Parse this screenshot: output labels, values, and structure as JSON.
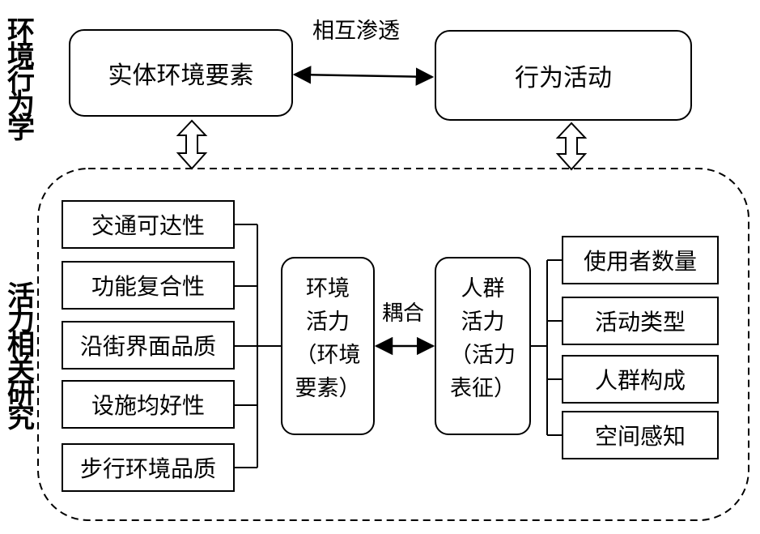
{
  "side_labels": {
    "top": [
      "环",
      "境",
      "行",
      "为",
      "学"
    ],
    "bottom": [
      "活",
      "力",
      "相",
      "关",
      "研",
      "究"
    ]
  },
  "top": {
    "left_box": "实体环境要素",
    "right_box": "行为活动",
    "relation": "相互渗透"
  },
  "left_factors": [
    "交通可达性",
    "功能复合性",
    "沿街界面品质",
    "设施均好性",
    "步行环境品质"
  ],
  "center_left": [
    "环境",
    "活力",
    "（环境",
    "要素）"
  ],
  "center_right": [
    "人群",
    "活力",
    "（活力",
    "表征）"
  ],
  "coupling": "耦合",
  "right_factors": [
    "使用者数量",
    "活动类型",
    "人群构成",
    "空间感知"
  ]
}
